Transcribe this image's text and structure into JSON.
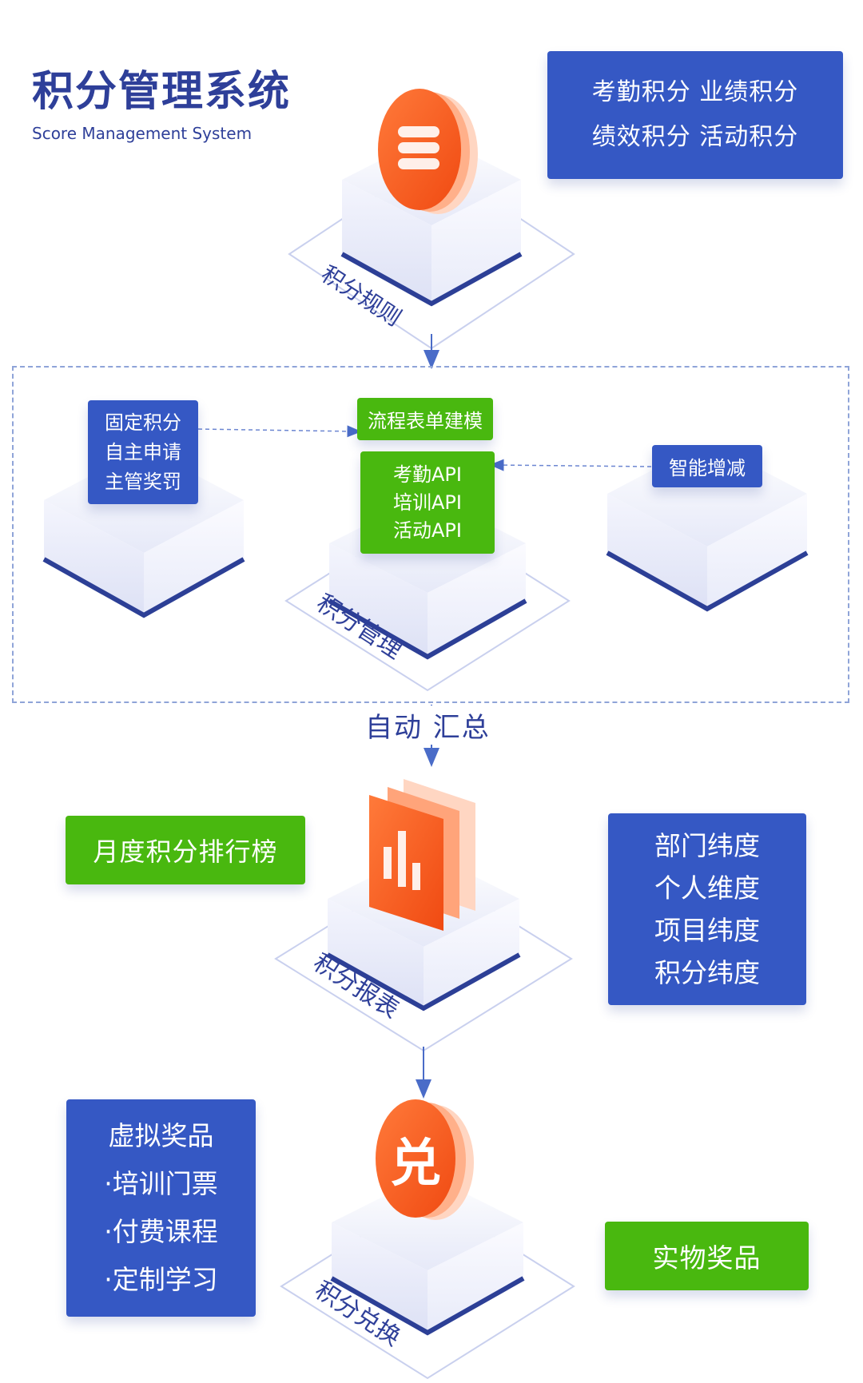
{
  "title": {
    "cn": "积分管理系统",
    "en": "Score Management System"
  },
  "score_types": {
    "line1": "考勤积分 业绩积分",
    "line2": "绩效积分 活动积分"
  },
  "stages": {
    "rules": "积分规则",
    "management": "积分管理",
    "report": "积分报表",
    "exchange": "积分兑换"
  },
  "management": {
    "left": [
      "固定积分",
      "自主申请",
      "主管奖罚"
    ],
    "center_top": "流程表单建模",
    "center_api": [
      "考勤API",
      "培训API",
      "活动API"
    ],
    "right": "智能增减"
  },
  "auto_summary": "自动 汇总",
  "report": {
    "ranking": "月度积分排行榜",
    "dimensions": [
      "部门纬度",
      "个人维度",
      "项目纬度",
      "积分纬度"
    ]
  },
  "exchange": {
    "virtual": [
      "虚拟奖品",
      "·培训门票",
      "·付费课程",
      "·定制学习"
    ],
    "physical": "实物奖品"
  },
  "colors": {
    "blue": "#3558c4",
    "green": "#49b80f",
    "orange": "#ff5a1f",
    "navy": "#2e3f99",
    "platform": "#eef0fb"
  }
}
